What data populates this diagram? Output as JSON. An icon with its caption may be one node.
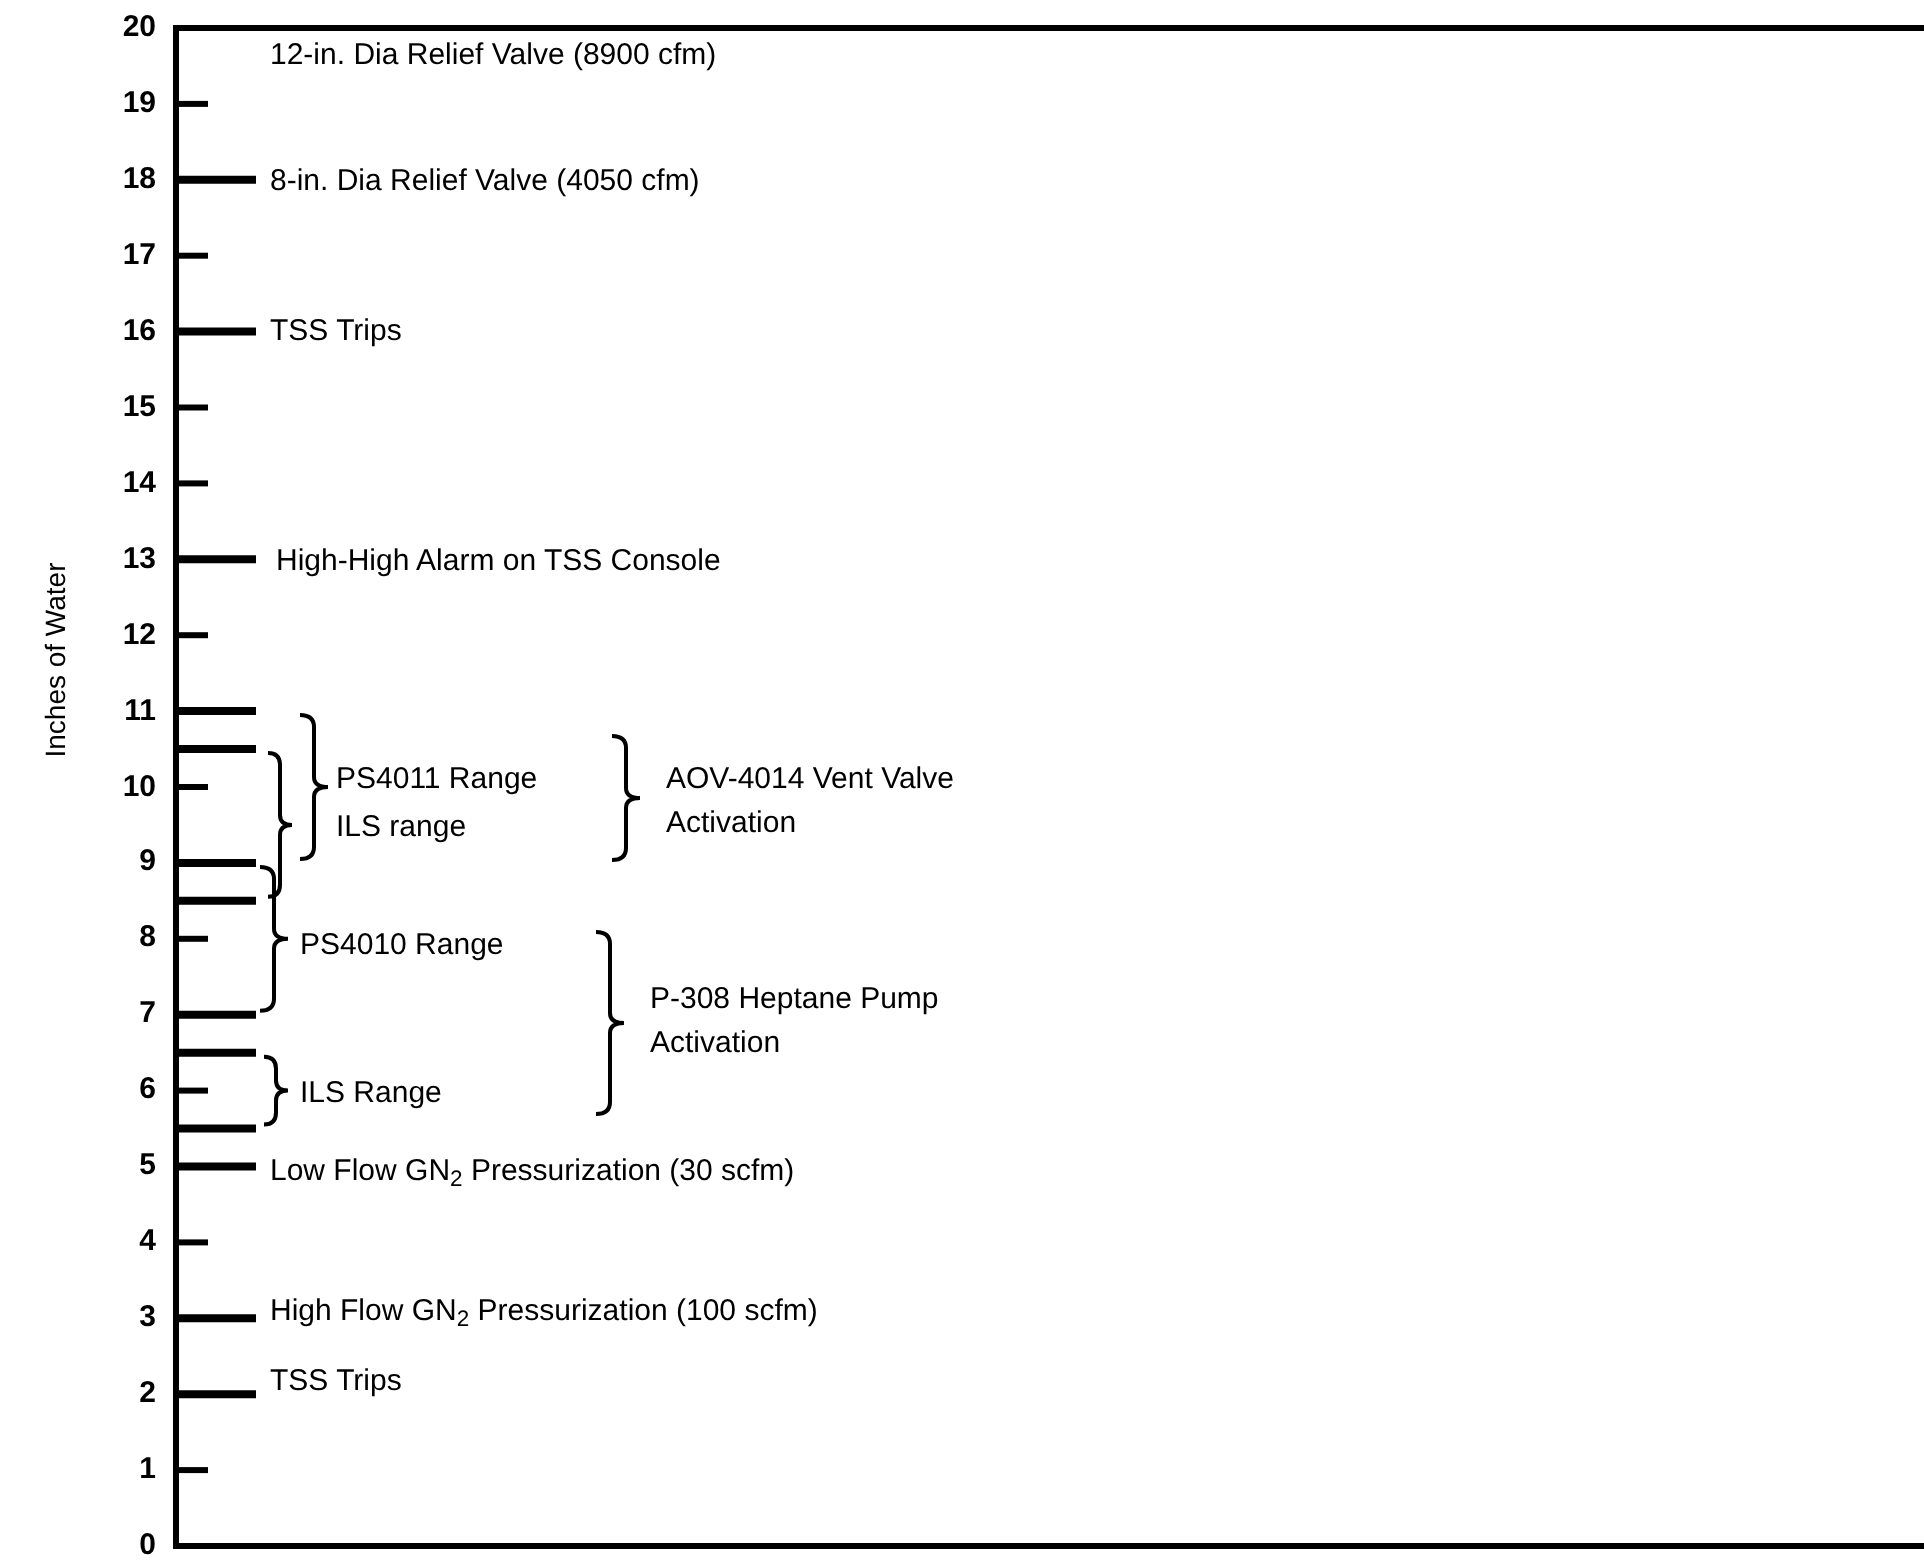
{
  "diagram": {
    "labels": [
      "Inches of Water",
      "20",
      "12-in. Dia Relief Valve (8900 cfm)",
      "19",
      "18",
      "8-in. Dia Relief Valve (4050 cfm)",
      "17",
      "16",
      "TSS Trips",
      "15",
      "14",
      "13",
      "High-High Alarm on TSS Console",
      "12",
      "11",
      "PS4011 Range",
      "AOV-4014 Vent Valve Activation",
      "10",
      "ILS range",
      "9",
      "8",
      "PS4010 Range",
      "P-308 Heptane Pump Activation",
      "7",
      "6",
      "ILS Range",
      "5",
      "Low Flow GN$_{2}$ Pressurization (30 scfm)",
      "4",
      "3",
      "High Flow GN$_{2}$ Pressurization (100 scfm)",
      "2",
      "TSS Trips",
      "1",
      "0"
    ]
  }
}
